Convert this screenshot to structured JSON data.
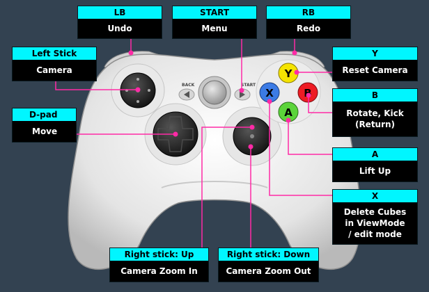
{
  "controller": {
    "back_label": "BACK",
    "start_label": "START",
    "face_buttons": {
      "y": "Y",
      "b": "B",
      "x": "X",
      "a": "A"
    },
    "colors": {
      "y": "#f5e400",
      "b": "#ee1c24",
      "x": "#3b7be5",
      "a": "#5bd43a"
    }
  },
  "labels": {
    "lb": {
      "name": "LB",
      "action": "Undo"
    },
    "start": {
      "name": "START",
      "action": "Menu"
    },
    "rb": {
      "name": "RB",
      "action": "Redo"
    },
    "left_stick": {
      "name": "Left Stick",
      "action": "Camera"
    },
    "y": {
      "name": "Y",
      "action": "Reset Camera"
    },
    "b": {
      "name": "B",
      "action": "Rotate, Kick\n(Return)"
    },
    "dpad": {
      "name": "D-pad",
      "action": "Move"
    },
    "a": {
      "name": "A",
      "action": "Lift Up"
    },
    "x": {
      "name": "X",
      "action": "Delete Cubes\nin ViewMode\n/ edit mode"
    },
    "right_stick_up": {
      "name": "Right stick: Up",
      "action": "Camera Zoom In"
    },
    "right_stick_down": {
      "name": "Right stick: Down",
      "action": "Camera Zoom Out"
    }
  },
  "colors": {
    "background": "#334251",
    "header": "#00f6ff",
    "body": "#000000",
    "leader": "#ff2aa6"
  }
}
